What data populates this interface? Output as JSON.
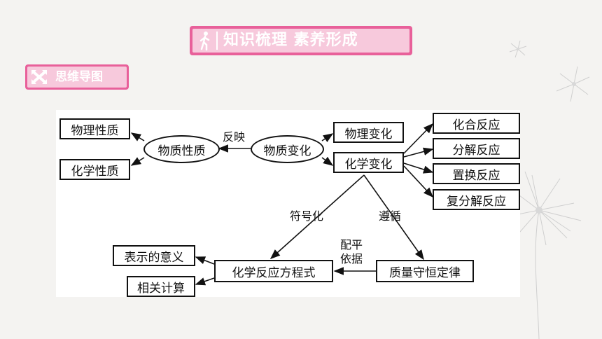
{
  "header": {
    "title": "知识梳理 素养形成"
  },
  "section_tag": {
    "label": "思维导图"
  },
  "diagram": {
    "nodes": {
      "physical_property": "物理性质",
      "chemical_property": "化学性质",
      "matter_property": "物质性质",
      "matter_change": "物质变化",
      "physical_change": "物理变化",
      "chemical_change": "化学变化",
      "combination": "化合反应",
      "decomposition": "分解反应",
      "displacement": "置换反应",
      "double_decomposition": "复分解反应",
      "equation": "化学反应方程式",
      "conservation": "质量守恒定律",
      "meaning": "表示的意义",
      "calculation": "相关计算"
    },
    "labels": {
      "reflect": "反映",
      "symbolize": "符号化",
      "follow": "遵循",
      "balance_1": "配平",
      "balance_2": "依据"
    }
  },
  "colors": {
    "accent": "#e8609a",
    "accent_light": "#f7c9dc",
    "line": "#111111",
    "background": "#f4f3f1"
  }
}
